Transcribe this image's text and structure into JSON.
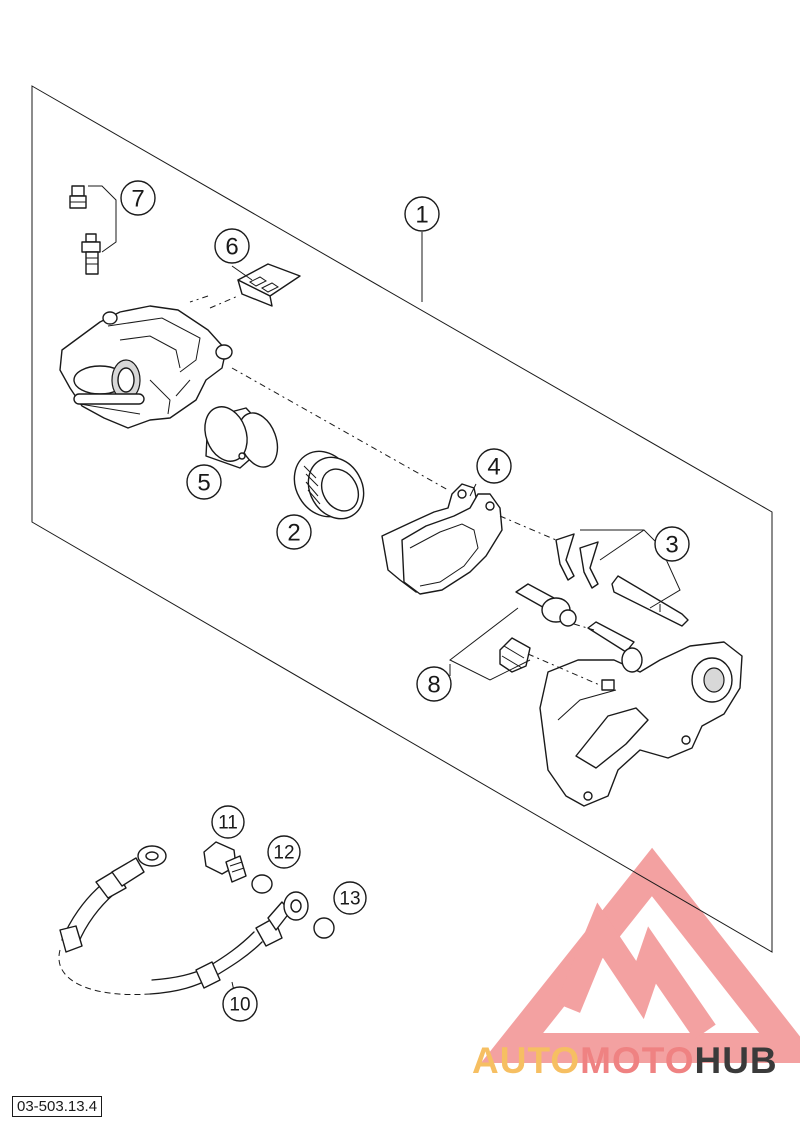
{
  "diagram_ref": "03-503.13.4",
  "callouts": [
    {
      "num": "1"
    },
    {
      "num": "2"
    },
    {
      "num": "3"
    },
    {
      "num": "4"
    },
    {
      "num": "5"
    },
    {
      "num": "6"
    },
    {
      "num": "7"
    },
    {
      "num": "8"
    },
    {
      "num": "10"
    },
    {
      "num": "11"
    },
    {
      "num": "12"
    },
    {
      "num": "13"
    }
  ],
  "watermark": {
    "part1": "AUTO",
    "part2": "MOTO",
    "part3": "HUB",
    "color_orange": "#f6bf62",
    "color_red": "#ef8282",
    "color_grey": "#3a3a3a"
  }
}
